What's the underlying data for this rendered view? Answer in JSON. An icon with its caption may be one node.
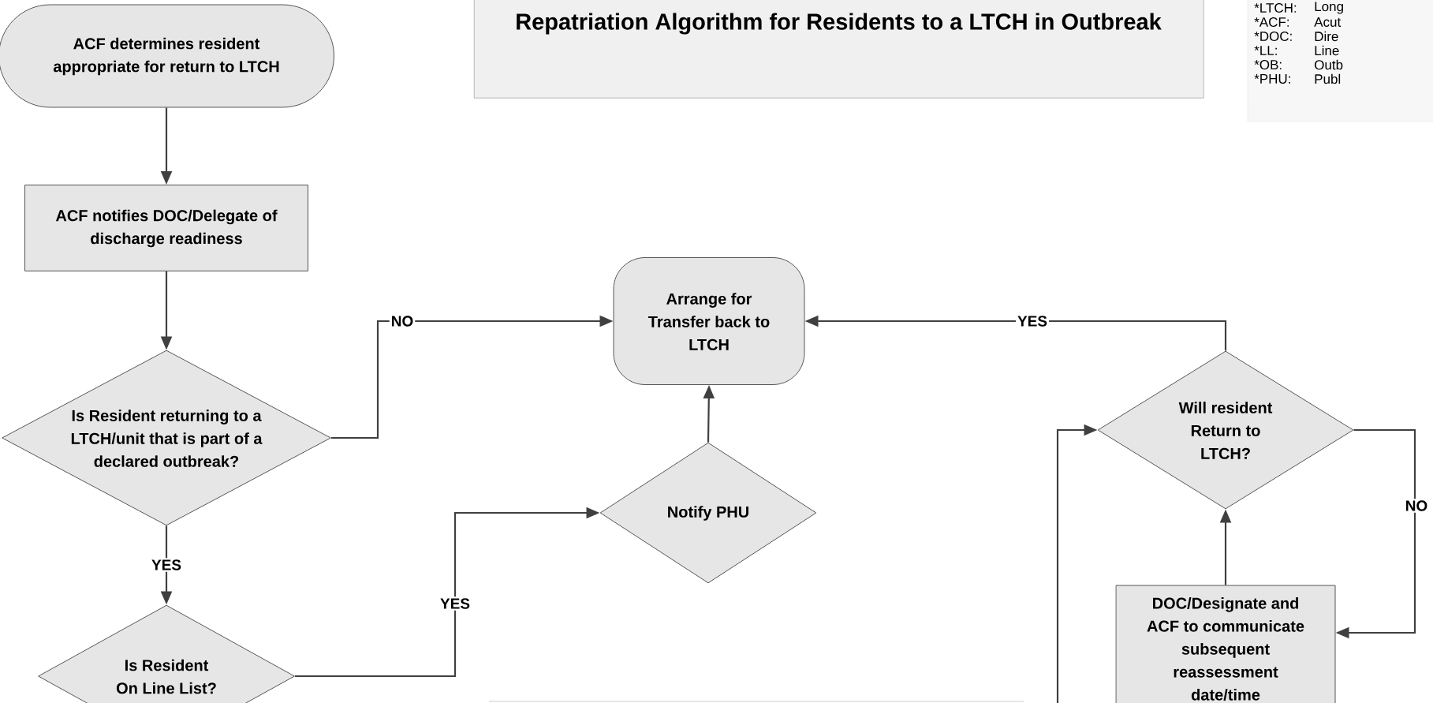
{
  "diagram": {
    "title": "Repatriation Algorithm for Residents to a LTCH in Outbreak",
    "nodes": [
      {
        "text": [
          "ACF determines resident appropriate for return to LTCH"
        ]
      },
      {
        "text": [
          "ACF notifies DOC/Delegate of discharge readiness"
        ]
      },
      {
        "text": [
          "Is Resident returning to a LTCH/unit that is part of a declared outbreak?"
        ]
      },
      {
        "text": [
          "Arrange for Transfer back to LTCH"
        ]
      },
      {
        "text": [
          "Will resident Return to LTCH?"
        ]
      },
      {
        "text": [
          "Notify PHU"
        ]
      },
      {
        "text": [
          "DOC/Designate and ACF to communicate subsequent reassessment date/time"
        ]
      },
      {
        "text": [
          "Is Resident On Line List?"
        ]
      }
    ],
    "edges": [
      {
        "from": 0,
        "to": 1,
        "arrow": "to"
      },
      {
        "from": 1,
        "to": 2,
        "arrow": "to"
      },
      {
        "from": 2,
        "to": 3,
        "arrow": "to",
        "label": "NO"
      },
      {
        "from": 2,
        "to": 7,
        "arrow": "to",
        "label": "YES"
      },
      {
        "from": 7,
        "to": 5,
        "arrow": "to",
        "label": "YES"
      },
      {
        "from": 5,
        "to": 3,
        "arrow": "to"
      },
      {
        "from": 4,
        "to": 3,
        "arrow": "to",
        "label": "YES"
      },
      {
        "from": 4,
        "to": 6,
        "arrow": "to",
        "label": "NO"
      },
      {
        "from": 6,
        "to": 4,
        "arrow": "to"
      },
      {
        "from": null,
        "to": 4,
        "arrow": "to"
      }
    ],
    "labels": [
      "*LTCH:",
      "Long",
      "*ACF:",
      "Acut",
      "*DOC:",
      "Dire",
      "*LL:",
      "Line",
      "*OB:",
      "Outb",
      "*PHU:",
      "Publ"
    ]
  }
}
